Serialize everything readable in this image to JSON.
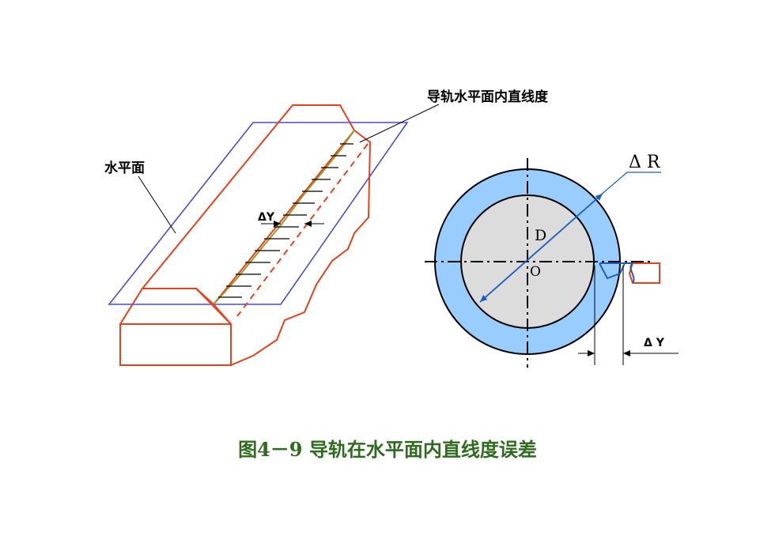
{
  "labels": {
    "rail_straightness": "导轨水平面内直线度",
    "horizontal_plane": "水平面",
    "delta_y_left": "ΔY",
    "delta_r": "Δ R",
    "diameter": "D",
    "center": "O",
    "delta_y_right": "Δ Y"
  },
  "caption": "图4－9  导轨在水平面内直线度误差",
  "colors": {
    "plane": "#4a4ad8",
    "rail": "#e8401c",
    "guideline": "#9a9a2a",
    "ring": "#99ccff",
    "disk": "#dcdcdc",
    "diameter_arrow": "#1a5fc0",
    "caption": "#2e6b1e"
  }
}
